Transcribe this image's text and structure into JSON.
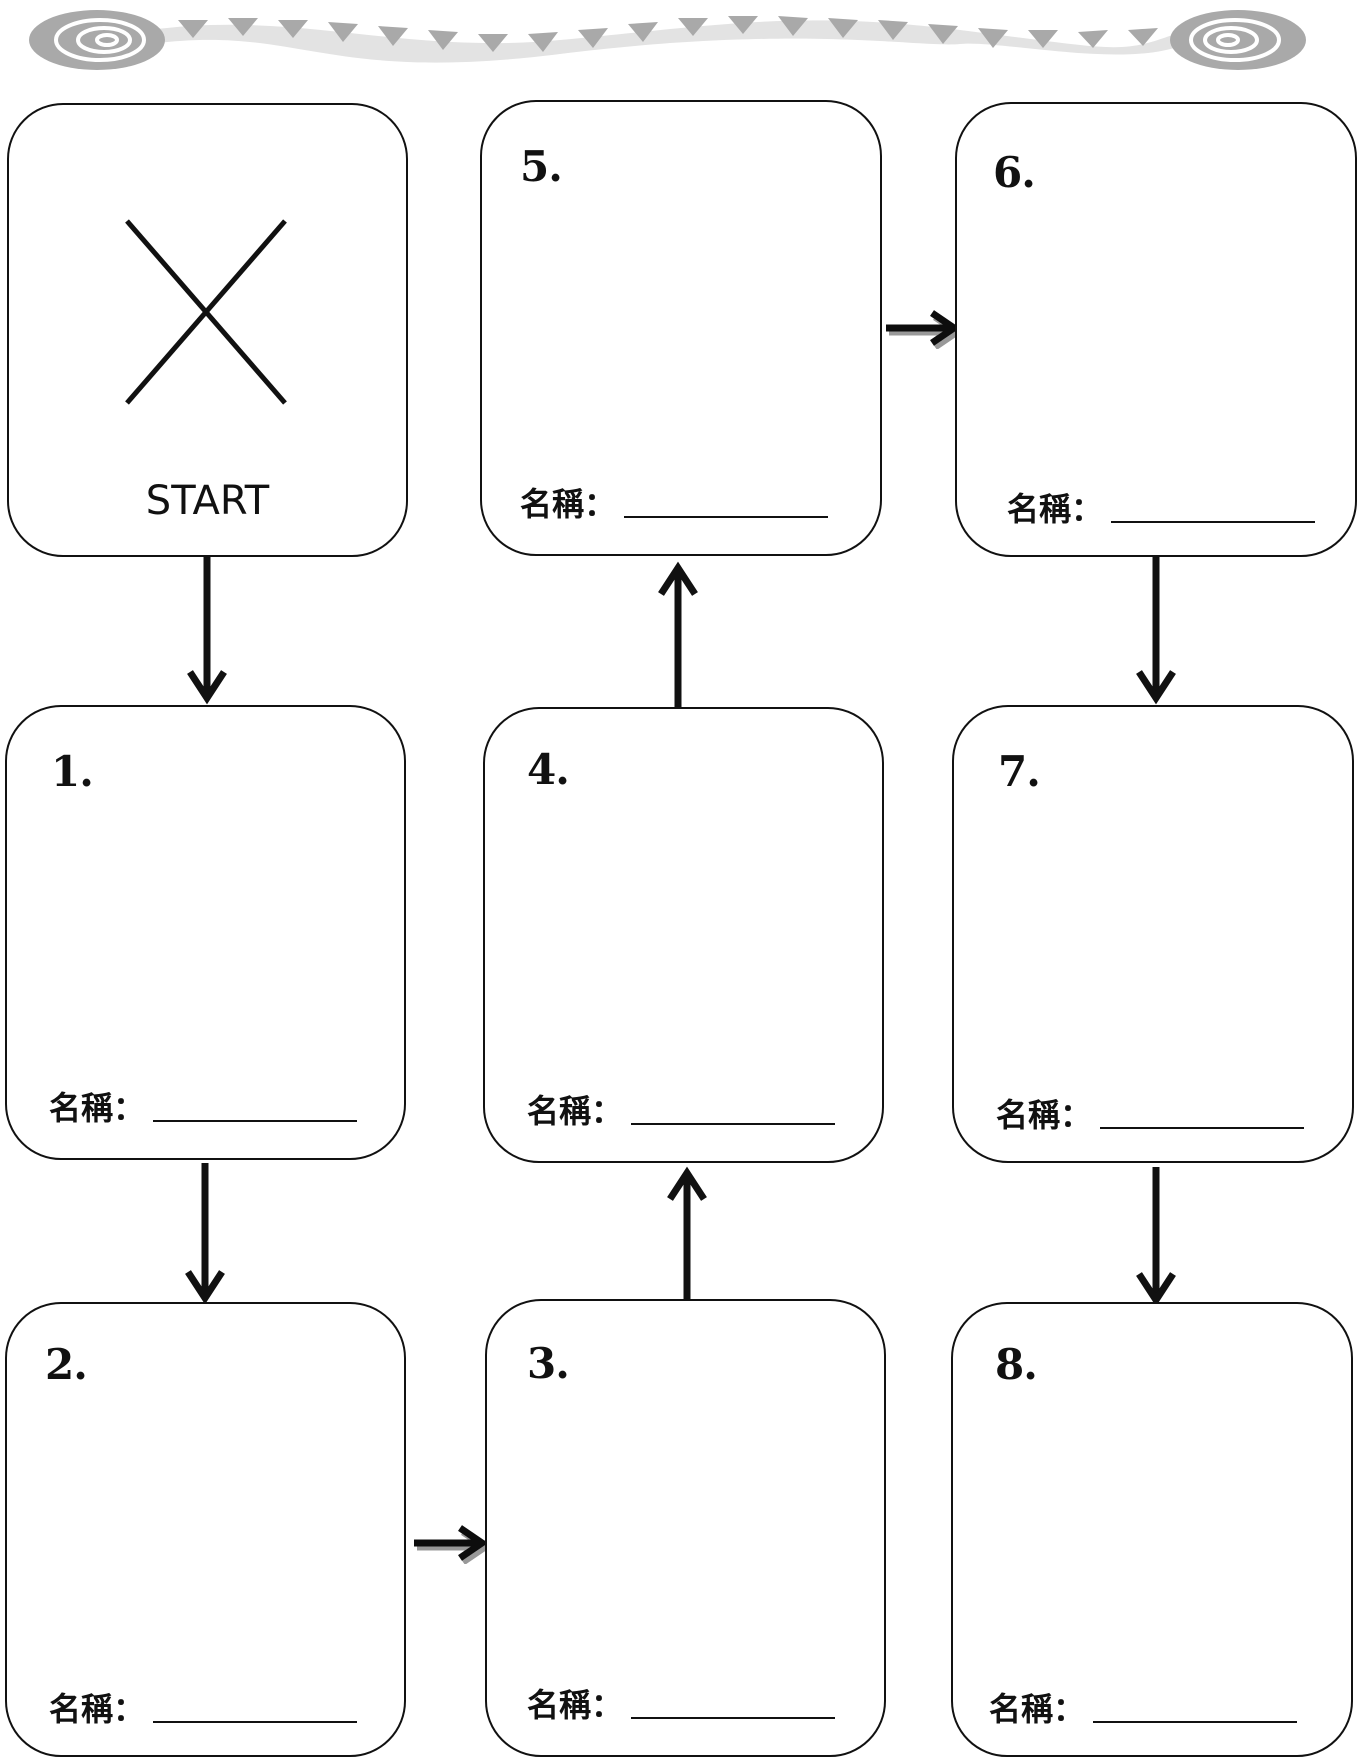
{
  "start": {
    "label": "START"
  },
  "name_field_label": "名稱：",
  "boxes": [
    {
      "number": "1.",
      "name_label": "名稱："
    },
    {
      "number": "2.",
      "name_label": "名稱："
    },
    {
      "number": "3.",
      "name_label": "名稱："
    },
    {
      "number": "4.",
      "name_label": "名稱："
    },
    {
      "number": "5.",
      "name_label": "名稱："
    },
    {
      "number": "6.",
      "name_label": "名稱："
    },
    {
      "number": "7.",
      "name_label": "名稱："
    },
    {
      "number": "8.",
      "name_label": "名稱："
    }
  ],
  "colors": {
    "line": "#111111",
    "banner_gray": "#a9a9a9",
    "banner_light": "#e3e3e3"
  }
}
